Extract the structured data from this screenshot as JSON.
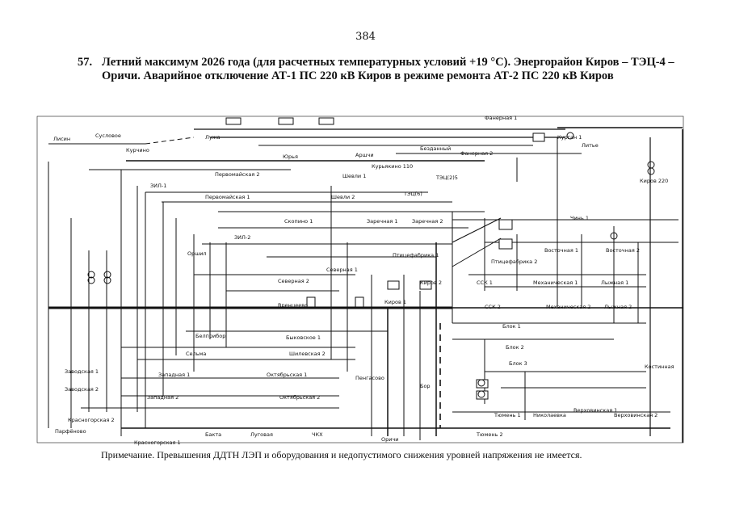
{
  "page_number": "384",
  "caption": {
    "number": "57.",
    "text": "Летний максимум 2026 года (для расчетных температурных условий +19 °C). Энергорайон Киров – ТЭЦ-4 – Оричи. Аварийное отключение АТ-1 ПС 220 кВ Киров в режиме ремонта АТ-2 ПС 220 кВ Киров"
  },
  "note": "Примечание. Превышения ДДТН ЛЭП и оборудования и недопустимого снижения уровней напряжения не имеется.",
  "labels": {
    "suslovo": "Сусловое",
    "kurchino": "Курчино",
    "lisin": "Лисин",
    "yurya": "Юрья",
    "arshchi": "Аршчи",
    "bezdonny": "Безданный",
    "kurjakino": "Курьякино 110",
    "faner": "Фанерная 1",
    "faner2": "Фанерная 2",
    "lytoe": "Литье",
    "kirov220": "Киров 220",
    "pervomayskaya2": "Первомайская 2",
    "pervomayskaya1": "Первомайская 1",
    "shevli1": "Шевли 1",
    "shevli2": "Шевли 2",
    "tec4_1": "ТЭЦ(2)5",
    "tec4_2": "ТЭЦ(6)",
    "zil": "ЗИЛ-1",
    "zil2": "ЗИЛ-2",
    "orsha": "Оршил",
    "skopino": "Скопино 1",
    "zarech1": "Заречная 1",
    "zarech2": "Заречная 2",
    "ptice1": "Птицефабрика 1",
    "ptice2": "Птицефабрика 2",
    "cheny": "Чинь 1",
    "vostochnaya1": "Восточная 1",
    "vostochnaya2": "Восточная 2",
    "sevrnaya": "Северная 1",
    "sevrnaya2": "Северная 2",
    "vrenceevo": "Вренцеево",
    "belpribor": "Белприбор",
    "selma": "Сельма",
    "shiliev": "Шилевская 2",
    "bykov": "Быковское 1",
    "lugovaya": "Луговая",
    "oktyabr1": "Октябрьская 1",
    "oktyabr2": "Октябрьская 2",
    "zapadnaya1": "Западная 1",
    "zapadnaya2": "Западная 2",
    "zavodskaya1": "Заводская 1",
    "zavodskaya2": "Заводская 2",
    "krasnogorsk1": "Красногорская 1",
    "krasnogorsk2": "Красногорская 2",
    "pavlovo": "Пaрфёново",
    "sekta": "Бакта",
    "chkh": "ЧКХ",
    "orichi": "Оричи",
    "kirov2": "Киров 2",
    "kirov1": "Киров 1",
    "ssk1": "ССК 1",
    "ssk2": "ССК 2",
    "mekh1": "Механическая 1",
    "mekh2": "Механическая 2",
    "lyzhnaya1": "Лыжная 1",
    "lyzhnaya2": "Лыжная 2",
    "blok1": "Блок 1",
    "blok2": "Блок 2",
    "blok3": "Блок 3",
    "kostinnaya": "Костинная",
    "tyumen1": "Тюмень 1",
    "tyumen2": "Тюмень 2",
    "nikolaevka": "Николаевка",
    "verkhoshinka1": "Верховинская 1",
    "verkhoshinka2": "Верховинская 2",
    "pengasovo": "Пенгасово",
    "bor": "Бор",
    "kurgan": "Курган 1",
    "luzha": "Лужа"
  }
}
